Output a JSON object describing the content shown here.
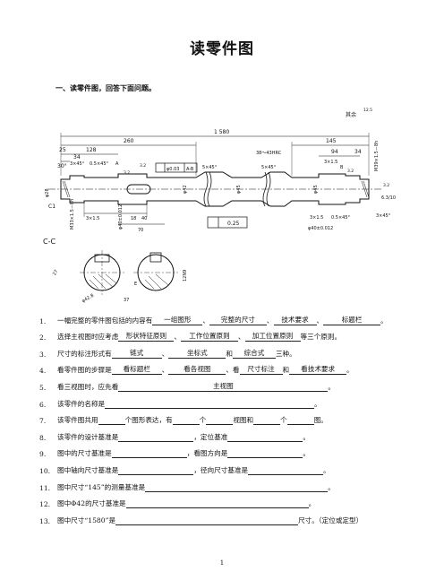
{
  "title": "读零件图",
  "section_heading": "一、读零件图，回答下面问题。",
  "drawing": {
    "surface_note": "其余",
    "surface_value": "12.5",
    "dims": {
      "d1580": "1 580",
      "d260": "260",
      "d128": "128",
      "d25": "25",
      "d34a": "34",
      "d30deg": "30°",
      "d3x45a": "3×45°",
      "d05x45": "0.5×45°",
      "d32a": "3.2",
      "d32b": "3.2",
      "d5x45a": "5×45°",
      "d5x45b": "5×45°",
      "d38_43": "38～43HRC",
      "d145": "145",
      "d94": "94",
      "d34b": "34",
      "d3x15": "3×1.5",
      "m39": "M39×1.5－8h",
      "d28": "φ28",
      "c1": "C1",
      "m33": "M33×1.5－8h",
      "d40a": "φ40±0.012",
      "d3x15b": "3×1.5",
      "d18": "18",
      "d40": "40",
      "d70": "70",
      "d42": "φ42",
      "d45a": "φ45",
      "d45b": "φ45",
      "d3x15c": "3×1.5",
      "d05x45b": "0.5×45°",
      "d40b": "φ40±0.012",
      "d3x45b": "3×45°",
      "d12": "12",
      "d32c": "3.2",
      "d32d": "3.2",
      "d6310": "6.3/10",
      "tol": "0.25",
      "gdt1": "φ0.03",
      "gdt1_ref": "A-B",
      "datumA": "A",
      "datumB": "B",
      "section_label": "C-C",
      "sec1": "φ42.8",
      "sec2": "12N9",
      "sec3": "37",
      "sec4": "27",
      "sec5": "E"
    }
  },
  "questions": [
    {
      "n": "1.",
      "parts": [
        "一幅完整的零件图包括的内容有",
        {
          "b": "一组图形"
        },
        "、",
        {
          "b": "完整的尺寸"
        },
        "、",
        {
          "b": "技术要求"
        },
        "、",
        {
          "b": "标题栏"
        },
        "。"
      ]
    },
    {
      "n": "2.",
      "parts": [
        "选择主视图时应考虑",
        {
          "b": "形状特征原则"
        },
        "、",
        {
          "b": "工作位置原则"
        },
        "、",
        {
          "b": "加工位置原则"
        },
        "等三个原则。"
      ]
    },
    {
      "n": "3.",
      "parts": [
        "尺寸的标注形式有",
        {
          "b": "链式"
        },
        "、",
        {
          "b": "坐标式"
        },
        "和",
        {
          "b": "综合式"
        },
        "三种。"
      ]
    },
    {
      "n": "4.",
      "parts": [
        "看零件图的步骤是",
        {
          "b": "看标题栏"
        },
        "、",
        {
          "b": "看各视图"
        },
        "、看",
        {
          "b": "尺寸标注"
        },
        "和",
        {
          "b": "看技术要求"
        },
        "。"
      ]
    },
    {
      "n": "5.",
      "parts": [
        "看三视图时，应先看",
        {
          "b": "主视图"
        },
        "。"
      ]
    },
    {
      "n": "6.",
      "parts": [
        "该零件的名称是",
        {
          "b": ""
        },
        "。"
      ]
    },
    {
      "n": "7.",
      "parts": [
        "该零件图共用",
        {
          "b": ""
        },
        "个图形表达，有",
        {
          "b": ""
        },
        "个",
        {
          "b": ""
        },
        "视图和",
        {
          "b": ""
        },
        "个",
        {
          "b": ""
        },
        "图。"
      ]
    },
    {
      "n": "8.",
      "parts": [
        "该零件的设计基准是",
        {
          "b": ""
        },
        "，定位基准",
        {
          "b": ""
        },
        "。"
      ]
    },
    {
      "n": "9.",
      "parts": [
        "图中的尺寸基准是",
        {
          "b": ""
        },
        "，看图方向是",
        {
          "b": ""
        },
        "。"
      ]
    },
    {
      "n": "10.",
      "parts": [
        "图中轴向尺寸基准是",
        {
          "b": ""
        },
        "，径向尺寸基准是",
        {
          "b": ""
        },
        "。"
      ]
    },
    {
      "n": "11.",
      "parts": [
        "图中尺寸“145”的测量基准是",
        {
          "b": ""
        },
        "。"
      ]
    },
    {
      "n": "12.",
      "parts": [
        "图中Φ42的尺寸基准是",
        {
          "b": ""
        },
        "。"
      ]
    },
    {
      "n": "13.",
      "parts": [
        "图中尺寸“1580”是",
        {
          "b": ""
        },
        "尺寸。（定位或定型）"
      ]
    }
  ],
  "page_number": "1"
}
